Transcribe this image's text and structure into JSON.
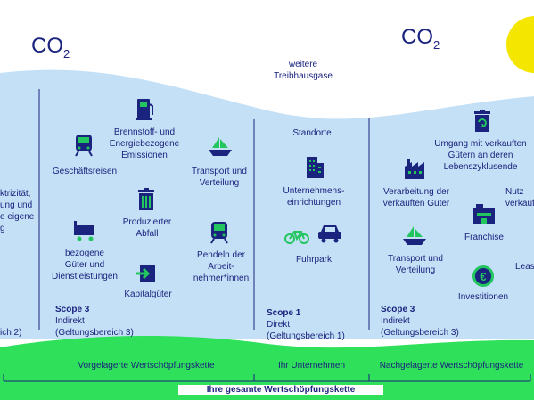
{
  "co2_left": {
    "main": "CO",
    "sub": "2"
  },
  "co2_right": {
    "main": "CO",
    "sub": "2"
  },
  "other_gases": "weitere\nTreibhausgase",
  "scope2_partial": {
    "text": "ktrizität,\nung und\ne eigene\ng",
    "footer": "ich 2)"
  },
  "upstream": {
    "items": {
      "fuel": "Brennstoff- und\nEnergiebezogene\nEmissionen",
      "travel": "Geschäftsreisen",
      "transport": "Transport und\nVerteilung",
      "waste": "Produzierter\nAbfall",
      "goods": "bezogene\nGüter und\nDienstleistungen",
      "commute": "Pendeln der\nArbeit-\nnehmer*innen",
      "capital": "Kapitalgüter"
    },
    "scope_title": "Scope 3",
    "scope_sub": "Indirekt\n(Geltungsbereich 3)"
  },
  "company": {
    "items": {
      "sites": "Standorte",
      "facilities": "Unternehmens-\neinrichtungen",
      "fleet": "Fuhrpark"
    },
    "scope_title": "Scope 1",
    "scope_sub": "Direkt\n(Geltungsbereich 1)"
  },
  "downstream": {
    "items": {
      "eol": "Umgang mit verkauften\nGütern an deren\nLebenszyklusende",
      "processing": "Verarbeitung der\nverkauften Güter",
      "use_partial": "Nutz\nverkauf",
      "franchise": "Franchise",
      "transport": "Transport und\nVerteilung",
      "leasing_partial": "Leas",
      "investments": "Investitionen"
    },
    "scope_title": "Scope 3",
    "scope_sub": "Indirekt\n(Geltungsbereich 3)"
  },
  "bottom": {
    "upstream_chain": "Vorgelagerte Wertschöpfungskette",
    "your_company": "Ihr Unternehmen",
    "downstream_chain": "Nachgelagerte Wertschöpfungskette",
    "total": "Ihre gesamte Wertschöpfungskette"
  },
  "colors": {
    "navy": "#1a237e",
    "sky": "#c4e0f6",
    "green": "#2ee05a",
    "sun": "#f5e600",
    "icon_green": "#22c55e"
  }
}
